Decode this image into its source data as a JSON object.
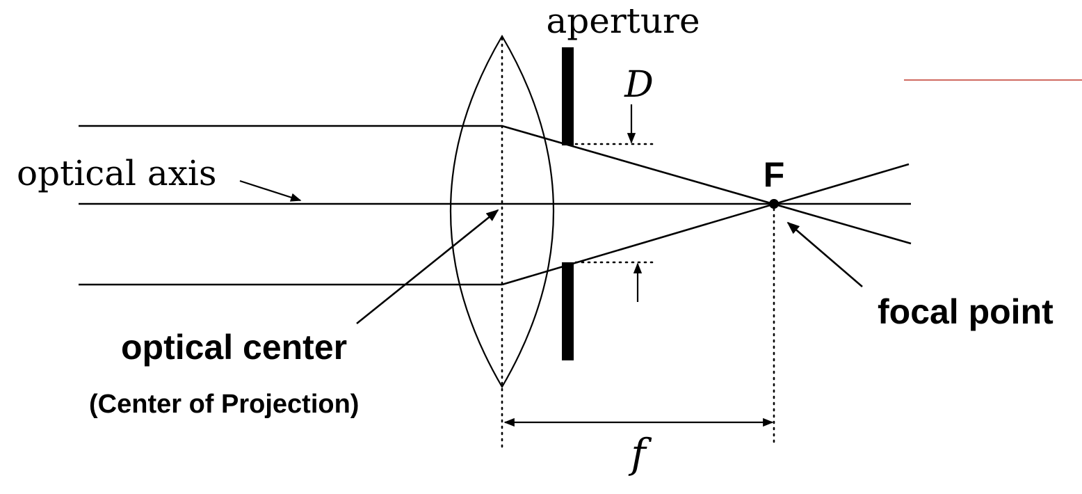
{
  "labels": {
    "aperture": "aperture",
    "aperture_diameter": "D",
    "optical_axis": "optical axis",
    "focal_point_letter": "F",
    "focal_point": "focal point",
    "optical_center": "optical center",
    "center_of_projection": "(Center of Projection)",
    "focal_length": "f"
  },
  "colors": {
    "ink": "#000000",
    "accent_rule": "#c0392b"
  }
}
